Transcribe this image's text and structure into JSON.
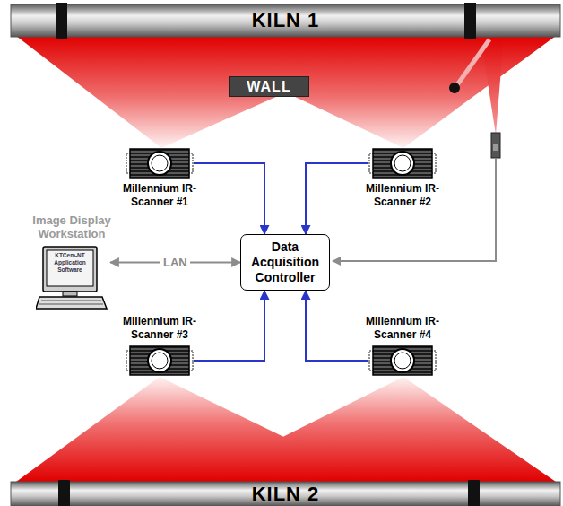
{
  "diagram": {
    "nodes": [
      {
        "text": [
          "KILN 1"
        ]
      },
      {
        "text": [
          "WALL"
        ]
      },
      {
        "text": [
          "Millennium IR-Scanner #1"
        ]
      },
      {
        "text": [
          "Millennium IR-Scanner #2"
        ]
      },
      {
        "text": [
          "Image Display Workstation",
          "KTCem-NT Application Software"
        ]
      },
      {
        "text": [
          "Data Acquisition Controller"
        ]
      },
      {
        "text": [
          "Millennium IR-Scanner #3"
        ]
      },
      {
        "text": [
          "Millennium IR-Scanner #4"
        ]
      },
      {
        "text": [
          "KILN 2"
        ]
      }
    ],
    "edges": [
      {
        "from": 2,
        "to": 5,
        "arrow": "to"
      },
      {
        "from": 3,
        "to": 5,
        "arrow": "to"
      },
      {
        "from": 6,
        "to": 5,
        "arrow": "to"
      },
      {
        "from": 7,
        "to": 5,
        "arrow": "to"
      },
      {
        "from": 4,
        "to": 5,
        "label": "LAN",
        "arrow": "both"
      }
    ]
  }
}
